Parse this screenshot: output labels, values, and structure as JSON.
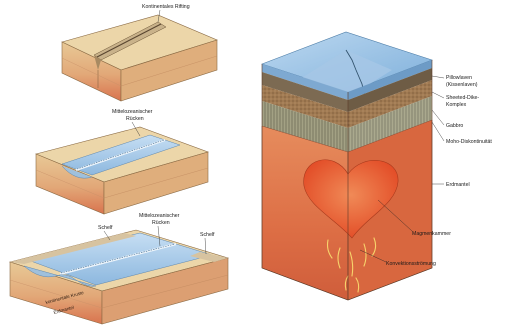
{
  "panels": {
    "top": {
      "label": "Kontinentales Rifting"
    },
    "middle": {
      "label_line1": "Mittelozeanischer",
      "label_line2": "Rücken"
    },
    "bottom": {
      "left_label": "Schelf",
      "center_line1": "Mittelozeanischer",
      "center_line2": "Rücken",
      "right_label": "Schelf",
      "crust_label": "kontinentale Kruste",
      "mantle_label": "Erdmantel"
    }
  },
  "block": {
    "labels": {
      "pillow": "Pillowlaven",
      "pillow_sub": "(Kissenlaven)",
      "sheeted_1": "Sheeted-Dike-",
      "sheeted_2": "Komplex",
      "gabbro": "Gabbro",
      "moho": "Moho-Diskontinuität",
      "mantle": "Erdmantel",
      "magma": "Magmenkammer",
      "convection": "Konvektionsströmung"
    }
  },
  "colors": {
    "sediment_top": "#ead2a4",
    "sediment_side": "#d9b27a",
    "mantle_orange": "#e2774a",
    "water": "#9fc6e8",
    "magma": "#e8552b"
  }
}
